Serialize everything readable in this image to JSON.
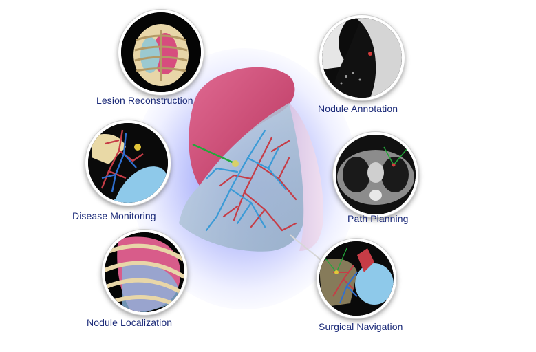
{
  "center": {
    "name": "lung-model"
  },
  "nodes": [
    {
      "id": "lesion-reconstruction",
      "label": "Lesion Reconstruction"
    },
    {
      "id": "disease-monitoring",
      "label": "Disease Monitoring"
    },
    {
      "id": "nodule-localization",
      "label": "Nodule Localization"
    },
    {
      "id": "nodule-annotation",
      "label": "Nodule Annotation"
    },
    {
      "id": "path-planning",
      "label": "Path Planning"
    },
    {
      "id": "surgical-navigation",
      "label": "Surgical Navigation"
    }
  ],
  "colors": {
    "label": "#1b2a78",
    "glow": "#6e78f5",
    "lung_pink": "#d1507a",
    "artery": "#c63c46",
    "vein": "#3a9ad6",
    "bone": "#e8d6a8"
  }
}
